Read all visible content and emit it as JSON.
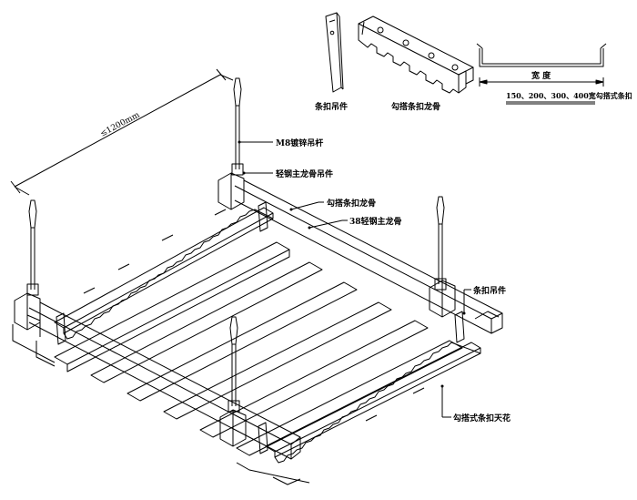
{
  "labels": {
    "dimension": "≤1200mm",
    "hanger_rod": "M8镀锌吊杆",
    "main_keel_hanger": "轻钢主龙骨吊件",
    "hook_keel": "勾搭条扣龙骨",
    "main_keel_38": "38轻钢主龙骨",
    "strip_hanger": "条扣吊件",
    "ceiling": "勾搭式条扣天花"
  },
  "details": {
    "strip_hanger_part": "条扣吊件",
    "hook_keel_part": "勾搭条扣龙骨",
    "width_label": "宽  度",
    "width_options": "150、200、300、400宽勾搭式条扣"
  }
}
